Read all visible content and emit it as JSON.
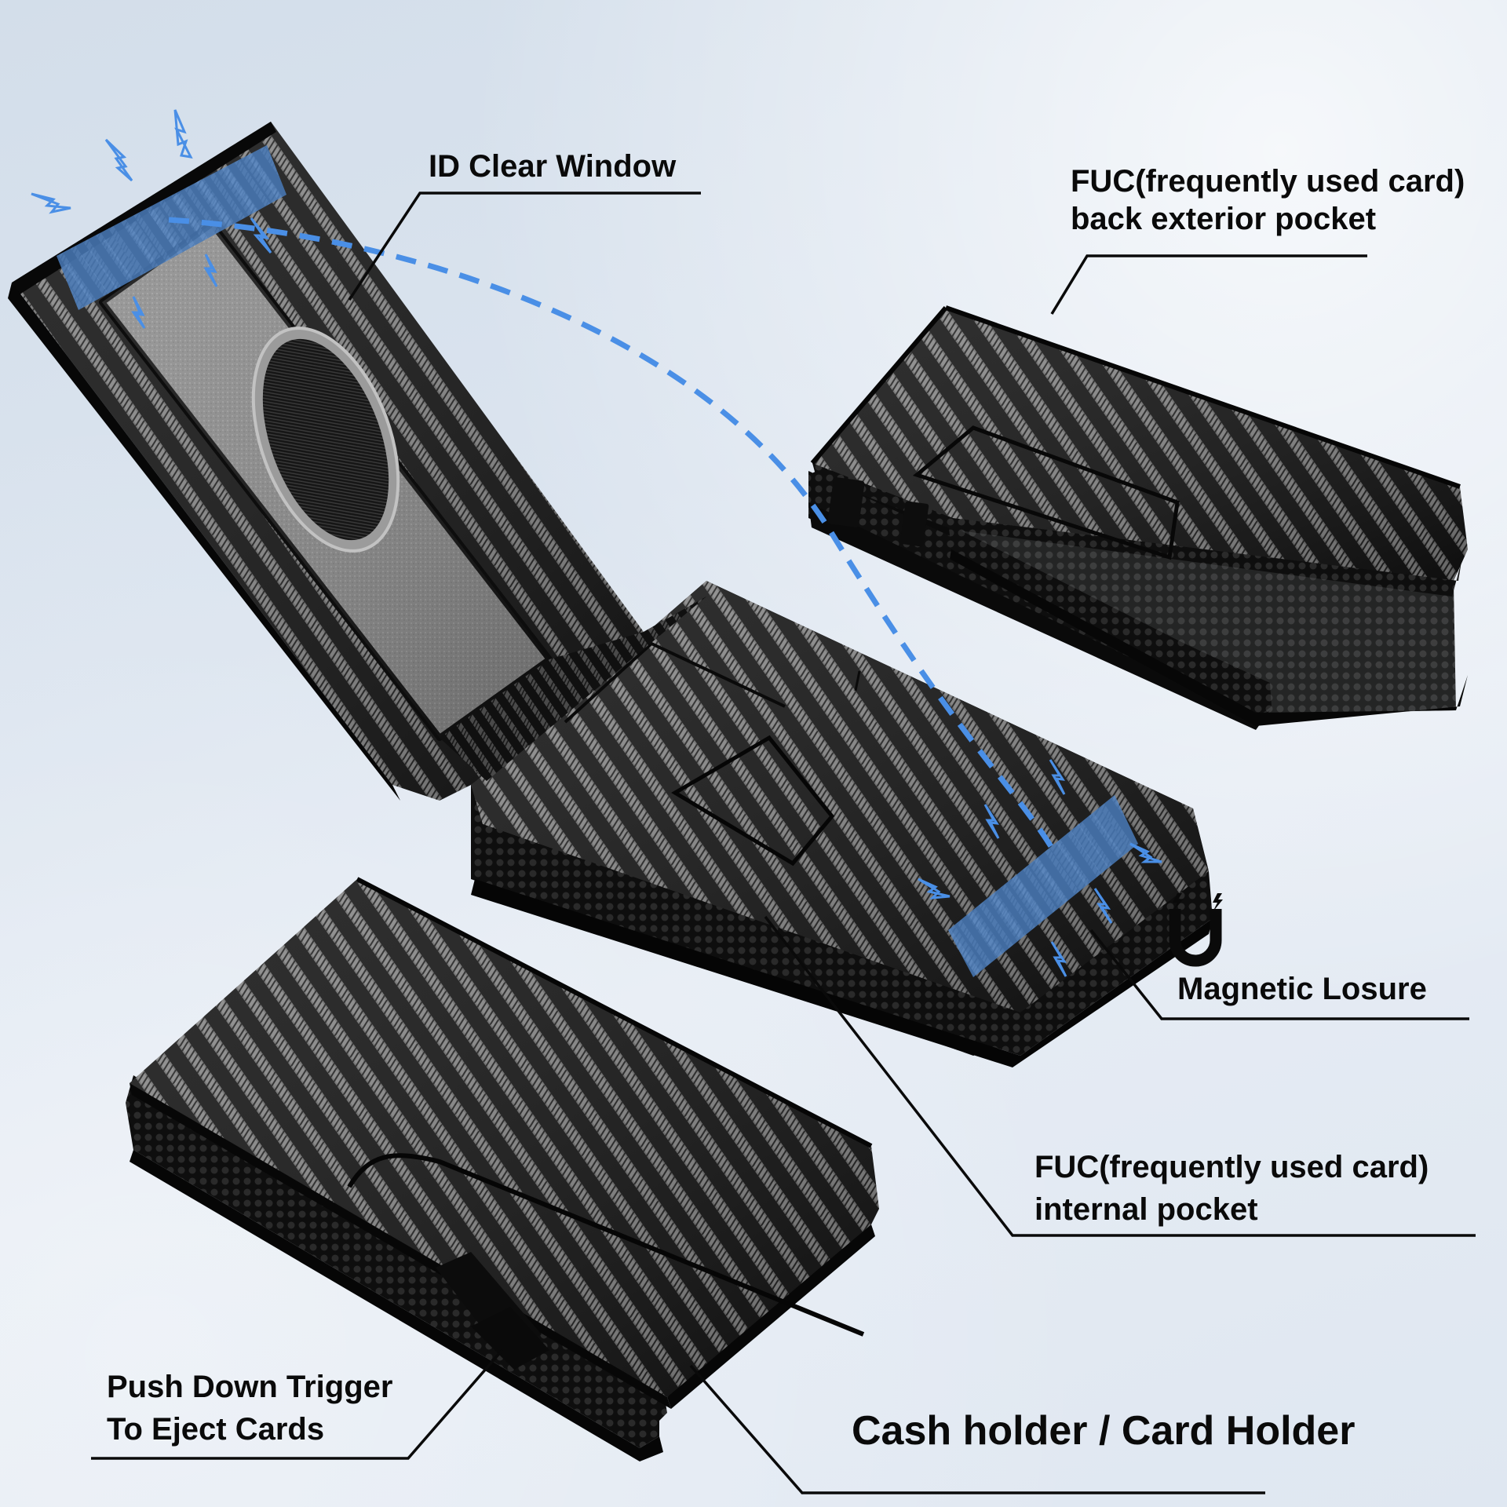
{
  "colors": {
    "background": "#dbe4ef",
    "accent_blue": "#4a8fe6",
    "magnet_strip_blue": "#5b9df0",
    "wallet_black": "#141414",
    "carbon_light": "#8a8a8a",
    "id_window_gray": "#8f8f8f",
    "label_text": "#0a0a0a"
  },
  "callouts": {
    "id_window": {
      "text": "ID Clear Window",
      "icon": "id-window"
    },
    "back_pocket": {
      "line1": "FUC(frequently used card)",
      "line2": "back exterior pocket"
    },
    "magnet": {
      "text": "Magnetic Losure",
      "icon": "magnet-icon"
    },
    "internal_pocket": {
      "line1": "FUC(frequently used card)",
      "line2": "internal pocket"
    },
    "trigger": {
      "line1": "Push Down Trigger",
      "line2": "To Eject Cards"
    },
    "holder": {
      "text": "Cash holder / Card Holder"
    }
  },
  "decorations": {
    "lightning_bolts": 14,
    "dashed_arc": "magnetic-attraction-path",
    "blue_strips": 2
  }
}
